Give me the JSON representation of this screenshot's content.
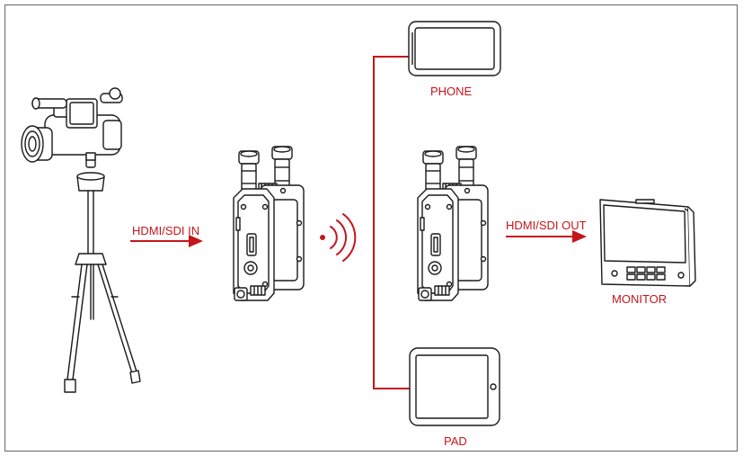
{
  "labels": {
    "hdmi_in": "HDMI/SDI IN",
    "hdmi_out": "HDMI/SDI OUT",
    "phone": "PHONE",
    "monitor": "MONITOR",
    "pad": "PAD"
  },
  "colors": {
    "accent": "#c4161c",
    "line": "#1a1a1a",
    "frame": "#666666"
  },
  "icons": [
    "camcorder-icon",
    "tripod-icon",
    "transmitter-icon",
    "wireless-signal-icon",
    "receiver-icon",
    "phone-icon",
    "monitor-icon",
    "tablet-icon"
  ]
}
